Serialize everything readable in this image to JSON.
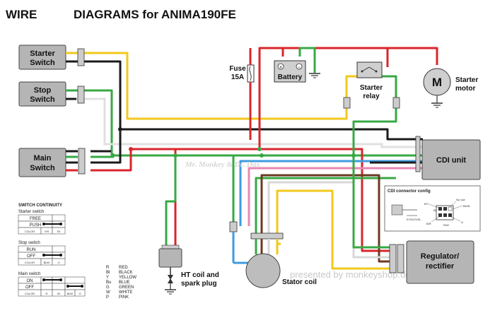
{
  "title": {
    "part1": "WIRE",
    "part2": "DIAGRAMS for ANIMA190FE"
  },
  "components": {
    "starter_switch": {
      "line1": "Starter",
      "line2": "Switch"
    },
    "stop_switch": {
      "line1": "Stop",
      "line2": "Switch"
    },
    "main_switch": {
      "line1": "Main",
      "line2": "Switch"
    },
    "fuse": {
      "line1": "Fuse",
      "line2": "15A"
    },
    "battery": "Battery",
    "battery_plus": "+",
    "battery_minus": "−",
    "starter_relay": {
      "line1": "Starter",
      "line2": "relay"
    },
    "starter_motor": {
      "line1": "Starter",
      "line2": "motor"
    },
    "motor_symbol": "M",
    "cdi_unit": "CDI unit",
    "regulator": {
      "line1": "Regulator/",
      "line2": "rectifier"
    },
    "stator_coil": "Stator coil",
    "ht_coil": {
      "line1": "HT coil and",
      "line2": "spark plug"
    }
  },
  "cdi_config": {
    "title": "CDI connector config",
    "pins": [
      "No use",
      "Bk/W",
      "B/Y",
      "B/R",
      "R/W",
      "G"
    ],
    "pins_tl": "Bl",
    "eyelevel": "EYELEVEL"
  },
  "switch_continuity": {
    "title": "SWITCH CONTINUITY",
    "starter": {
      "name": "Starter switch",
      "rows": [
        "FREE",
        "PUSH"
      ],
      "color_label": "COLOR",
      "colors": [
        "Y/R",
        "Bl"
      ]
    },
    "stop": {
      "name": "Stop switch",
      "rows": [
        "RUN",
        "OFF"
      ],
      "color_label": "COLOR",
      "colors": [
        "Bl/W",
        "G"
      ]
    },
    "main": {
      "name": "Main switch",
      "rows": [
        "ON",
        "OFF"
      ],
      "color_label": "COLOR",
      "colors": [
        "R",
        "Bl",
        "Bl/W",
        "G"
      ]
    }
  },
  "color_legend": [
    {
      "code": "R",
      "name": "RED"
    },
    {
      "code": "Bl",
      "name": "BLACK"
    },
    {
      "code": "Y",
      "name": "YELLOW"
    },
    {
      "code": "Bu",
      "name": "BLUE"
    },
    {
      "code": "G",
      "name": "GREEN"
    },
    {
      "code": "W",
      "name": "WHITE"
    },
    {
      "code": "P",
      "name": "PINK"
    }
  ],
  "watermarks": {
    "center": "Mr. Monkey & Dr. Dax",
    "presented": "presented by monkeyshop.de"
  },
  "wire_colors": {
    "red": "#d9262b",
    "black": "#1a1a1a",
    "yellow": "#f2c81c",
    "green": "#37a844",
    "blue": "#3d9be0",
    "white": "#d8d8d8",
    "pink": "#e887b5",
    "brown": "#6b3a22"
  }
}
